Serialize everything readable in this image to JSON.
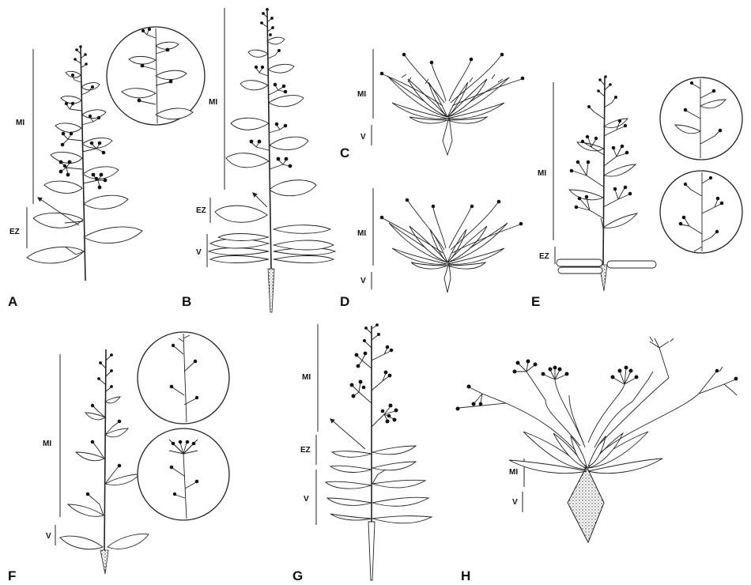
{
  "figure": {
    "panels": [
      {
        "id": "A",
        "label": "A",
        "zones": [
          {
            "text": "MI"
          },
          {
            "text": "EZ"
          }
        ]
      },
      {
        "id": "B",
        "label": "B",
        "zones": [
          {
            "text": "MI"
          },
          {
            "text": "EZ"
          },
          {
            "text": "V"
          }
        ]
      },
      {
        "id": "C",
        "label": "C",
        "zones": [
          {
            "text": "MI"
          },
          {
            "text": "V"
          }
        ]
      },
      {
        "id": "D",
        "label": "D",
        "zones": [
          {
            "text": "MI"
          },
          {
            "text": "V"
          }
        ]
      },
      {
        "id": "E",
        "label": "E",
        "zones": [
          {
            "text": "MI"
          },
          {
            "text": "EZ"
          }
        ]
      },
      {
        "id": "F",
        "label": "F",
        "zones": [
          {
            "text": "MI"
          },
          {
            "text": "V"
          }
        ]
      },
      {
        "id": "G",
        "label": "G",
        "zones": [
          {
            "text": "MI"
          },
          {
            "text": "EZ"
          },
          {
            "text": "V"
          }
        ]
      },
      {
        "id": "H",
        "label": "H",
        "zones": [
          {
            "text": "MI"
          },
          {
            "text": "V"
          }
        ]
      }
    ],
    "colors": {
      "ink": "#222222",
      "paper": "#ffffff"
    }
  }
}
